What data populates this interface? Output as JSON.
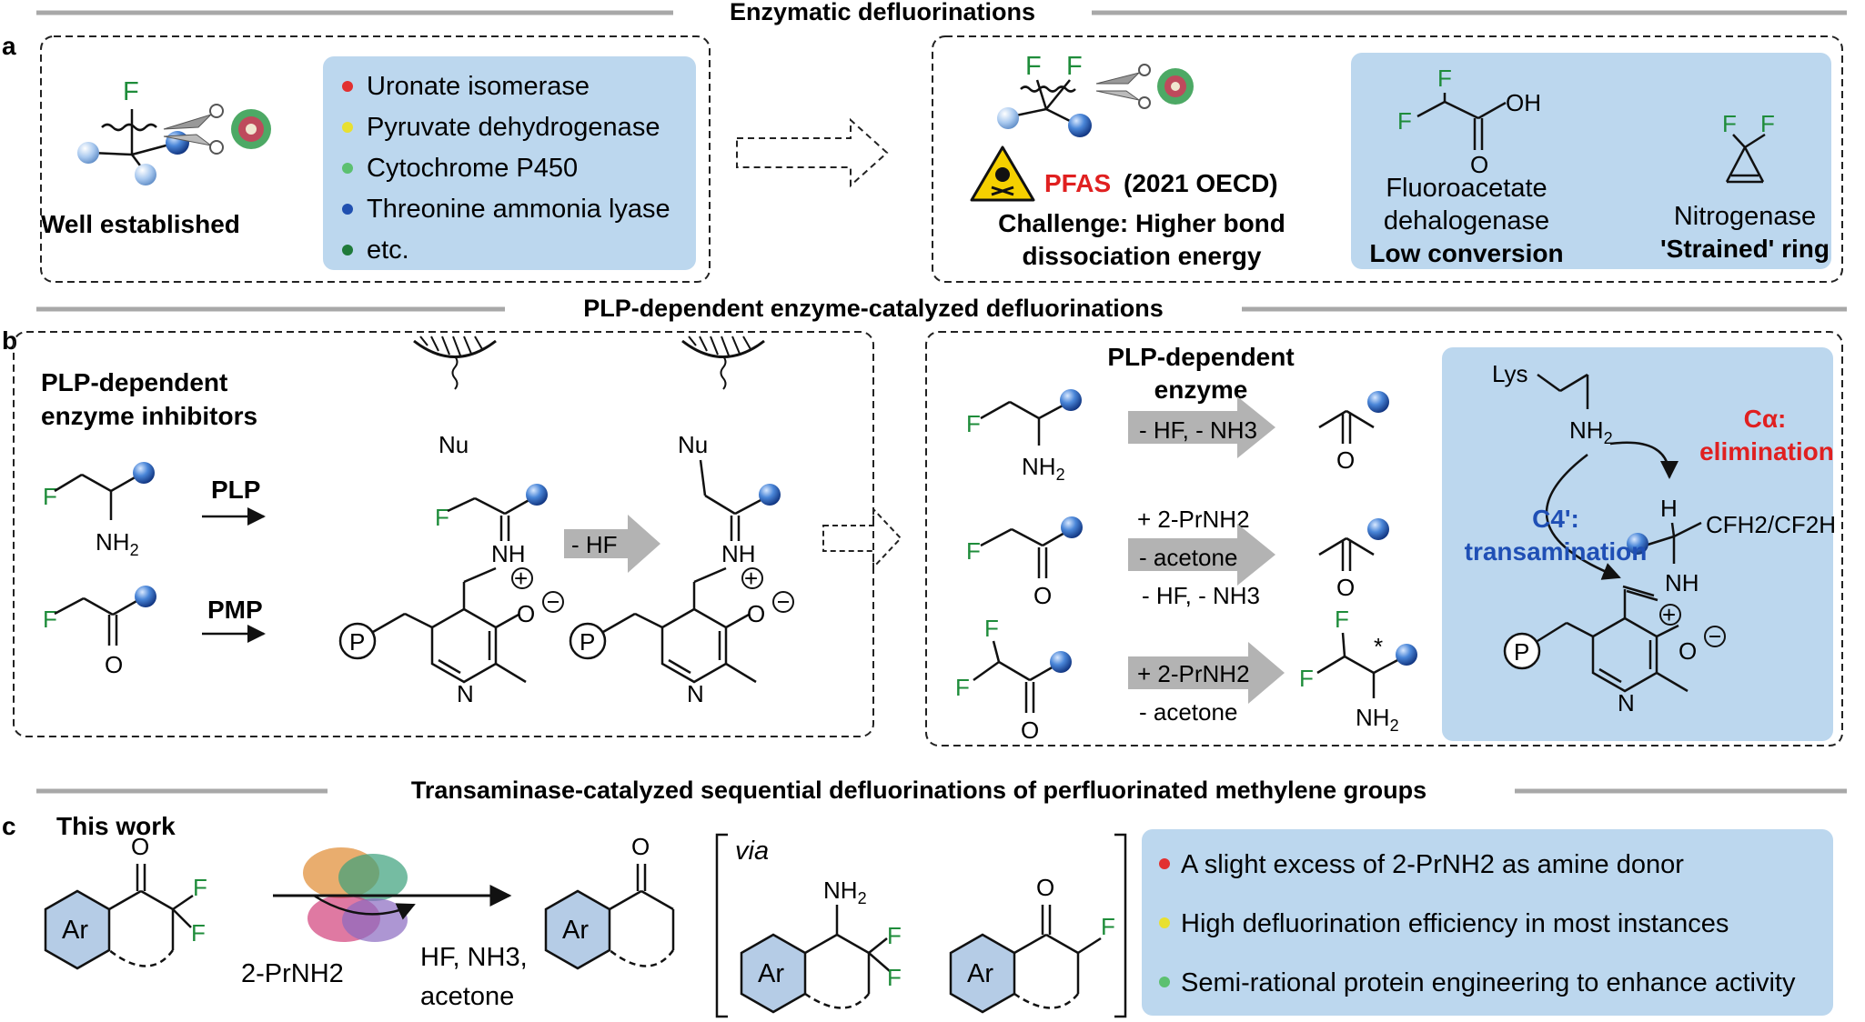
{
  "colors": {
    "panel_blue": "#bcd7ee",
    "fluorine_green": "#1e8c3a",
    "highlight_red": "#e02020",
    "highlight_blue": "#1f4fb5",
    "divider_gray": "#a8a8a8",
    "arrow_gray": "#b3b3b3"
  },
  "section_a": {
    "letter": "a",
    "title": "Enzymatic defluorinations",
    "left_box": {
      "caption": "Well established",
      "enzymes": [
        {
          "label": "Uronate isomerase",
          "dot": "#e23030"
        },
        {
          "label": "Pyruvate dehydrogenase",
          "dot": "#e8e030"
        },
        {
          "label": "Cytochrome P450",
          "dot": "#5cc070"
        },
        {
          "label": "Threonine ammonia lyase",
          "dot": "#2050b0"
        },
        {
          "label": "etc.",
          "dot": "#1f7a3a"
        }
      ]
    },
    "right_box": {
      "pfas": "PFAS",
      "oecd": "(2021 OECD)",
      "challenge_line1": "Challenge: Higher bond",
      "challenge_line2": "dissociation energy",
      "example1": {
        "name1": "Fluoroacetate",
        "name2": "dehalogenase",
        "note": "Low conversion",
        "oh": "OH",
        "o": "O"
      },
      "example2": {
        "name": "Nitrogenase",
        "note": "'Strained' ring"
      }
    }
  },
  "section_b": {
    "letter": "b",
    "title": "PLP-dependent enzyme-catalyzed defluorinations",
    "left_box": {
      "heading1": "PLP-dependent",
      "heading2": "enzyme inhibitors",
      "plp": "PLP",
      "pmp": "PMP",
      "hf": "- HF",
      "nu": "Nu",
      "nh": "NH",
      "nh2": "NH2",
      "o": "O",
      "n": "N",
      "p": "P"
    },
    "right_box": {
      "enzyme1": "PLP-dependent",
      "enzyme2": "enzyme",
      "r1_reagent": "- HF, - NH3",
      "r2_reagent1": "+ 2-PrNH2",
      "r2_reagent2": "- acetone",
      "r2_reagent3": "- HF, - NH3",
      "r3_reagent1": "+ 2-PrNH2",
      "r3_reagent2": "- acetone",
      "mech": {
        "lys": "Lys",
        "ca1": "Cα:",
        "ca2": "elimination",
        "c41": "C4':",
        "c42": "transamination",
        "cfh": "CFH2/CF2H",
        "h": "H"
      }
    }
  },
  "section_c": {
    "letter": "c",
    "title": "Transaminase-catalyzed sequential defluorinations of perfluorinated methylene groups",
    "this_work": "This work",
    "reagent_below": "2-PrNH2",
    "byproducts1": "HF, NH3,",
    "byproducts2": "acetone",
    "via": "via",
    "ar": "Ar",
    "bullets": [
      {
        "text": "A slight excess of 2-PrNH2 as amine donor",
        "dot": "#e23030"
      },
      {
        "text": "High defluorination efficiency in most instances",
        "dot": "#e8e030"
      },
      {
        "text": "Semi-rational protein engineering to enhance activity",
        "dot": "#5cc070"
      }
    ]
  }
}
